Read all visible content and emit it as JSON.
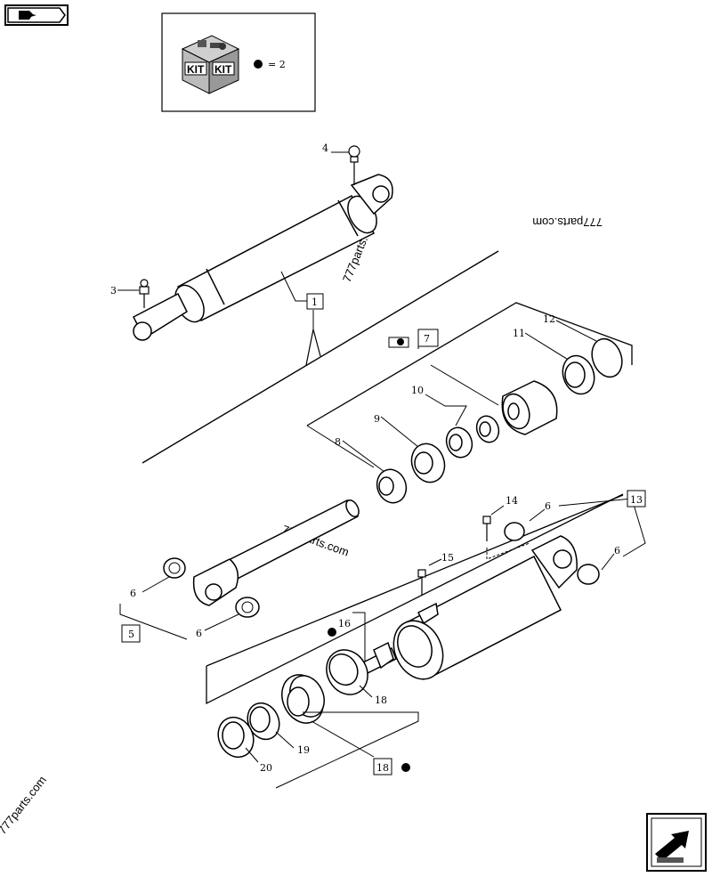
{
  "nav": {
    "prev_icon": "arrow-prev-icon",
    "next_icon": "arrow-next-icon"
  },
  "kit_legend": {
    "kit_label_left": "KIT",
    "kit_label_right": "KIT",
    "equals_text": "= 2"
  },
  "watermarks": [
    "777parts.com",
    "777parts.com",
    "777parts.com",
    "777parts.com"
  ],
  "callouts": {
    "c1": "1",
    "c3": "3",
    "c4": "4",
    "c5": "5",
    "c6a": "6",
    "c6b": "6",
    "c6c": "6",
    "c6d": "6",
    "c7": "7",
    "c8": "8",
    "c9": "9",
    "c10": "10",
    "c11": "11",
    "c12": "12",
    "c13": "13",
    "c14": "14",
    "c15": "15",
    "c16": "16",
    "c18a": "18",
    "c18b": "18",
    "c19": "19",
    "c20": "20"
  },
  "colors": {
    "ink": "#000000",
    "paper": "#ffffff"
  }
}
